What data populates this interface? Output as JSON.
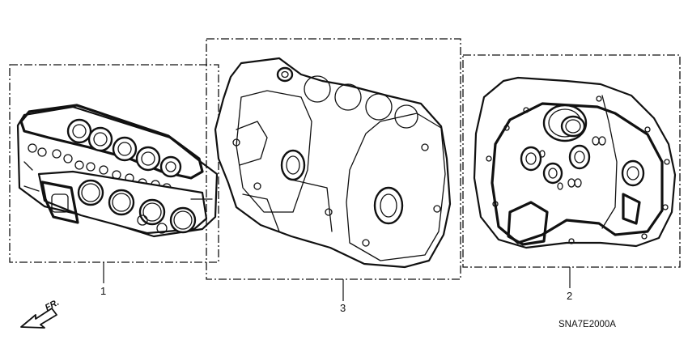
{
  "callouts": {
    "cylinder_head_kit": "1",
    "engine_block_kit": "3",
    "transmission_kit": "2"
  },
  "direction": {
    "label": "FR."
  },
  "diagram_code": "SNA7E2000A"
}
